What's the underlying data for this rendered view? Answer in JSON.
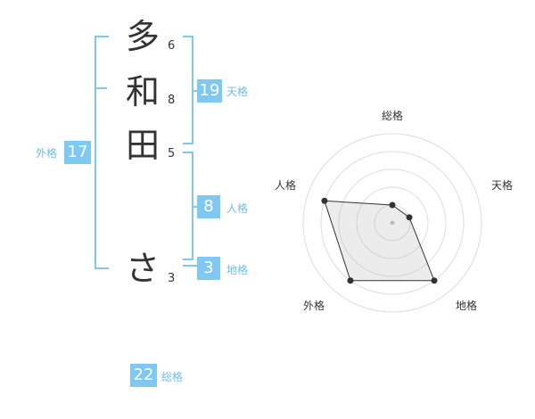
{
  "name": {
    "chars": [
      {
        "char": "多",
        "strokes": "6"
      },
      {
        "char": "和",
        "strokes": "8"
      },
      {
        "char": "田",
        "strokes": "5"
      },
      {
        "char": "さ",
        "strokes": "3"
      }
    ]
  },
  "kaku": {
    "tenkaku": {
      "value": "19",
      "label": "天格"
    },
    "jinkaku": {
      "value": "8",
      "label": "人格"
    },
    "chikaku": {
      "value": "3",
      "label": "地格"
    },
    "gaikaku": {
      "value": "17",
      "label": "外格"
    },
    "soukaku": {
      "value": "22",
      "label": "総格"
    }
  },
  "colors": {
    "accent": "#7fc8f3",
    "accent_text": "#6fbde9",
    "text": "#333333"
  },
  "chart_data": {
    "type": "radar",
    "axes": [
      "総格",
      "天格",
      "地格",
      "外格",
      "人格"
    ],
    "values": [
      1,
      1,
      4,
      4,
      4
    ],
    "range": [
      0,
      5
    ],
    "rings": 5
  }
}
